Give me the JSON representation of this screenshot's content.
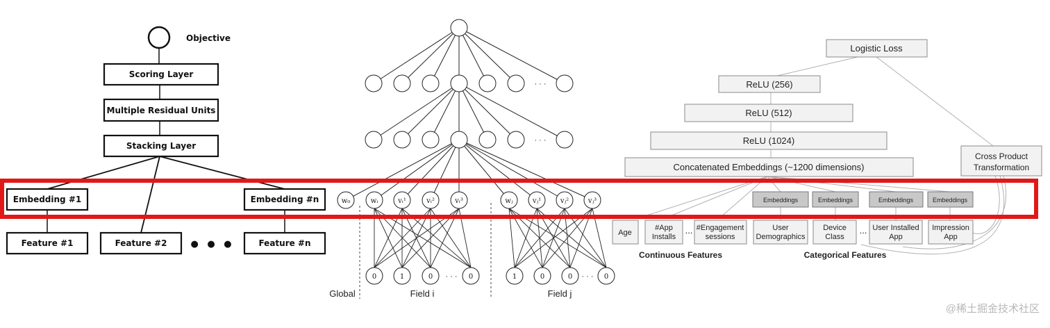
{
  "left": {
    "objective": "Objective",
    "scoring_layer": "Scoring Layer",
    "residual_units": "Multiple Residual Units",
    "stacking_layer": "Stacking Layer",
    "embedding_1": "Embedding #1",
    "embedding_n": "Embedding #n",
    "feature_1": "Feature #1",
    "feature_2": "Feature #2",
    "feature_n": "Feature #n",
    "ellipsis": "● ● ●"
  },
  "middle": {
    "dots": "· · ·",
    "w0": "w₀",
    "wi": "wᵢ",
    "vi1": "vᵢ¹",
    "vi2": "vᵢ²",
    "vi3": "vᵢ³",
    "wj": "wⱼ",
    "vj1": "vⱼ¹",
    "vj2": "vⱼ²",
    "vj3": "vⱼ³",
    "inputs_i": [
      "0",
      "1",
      "0",
      "0"
    ],
    "inputs_j": [
      "1",
      "0",
      "0",
      "0"
    ],
    "global_label": "Global",
    "field_i_label": "Field i",
    "field_j_label": "Field j"
  },
  "right": {
    "logistic_loss": "Logistic Loss",
    "relu_256": "ReLU (256)",
    "relu_512": "ReLU (512)",
    "relu_1024": "ReLU (1024)",
    "concat": "Concatenated Embeddings (~1200 dimensions)",
    "cross_product_1": "Cross Product",
    "cross_product_2": "Transformation",
    "embeddings": "Embeddings",
    "age": "Age",
    "app_installs_1": "#App",
    "app_installs_2": "Installs",
    "engagement_1": "#Engagement",
    "engagement_2": "sessions",
    "user_demo_1": "User",
    "user_demo_2": "Demographics",
    "device_1": "Device",
    "device_2": "Class",
    "user_installed_1": "User Installed",
    "user_installed_2": "App",
    "impression_1": "Impression",
    "impression_2": "App",
    "ellipsis": "...",
    "continuous": "Continuous Features",
    "categorical": "Categorical Features"
  },
  "watermark": "@稀土掘金技术社区",
  "colors": {
    "highlight": "#e01818",
    "box_fill": "#f2f2f2",
    "embed_fill": "#c8c8c8"
  }
}
